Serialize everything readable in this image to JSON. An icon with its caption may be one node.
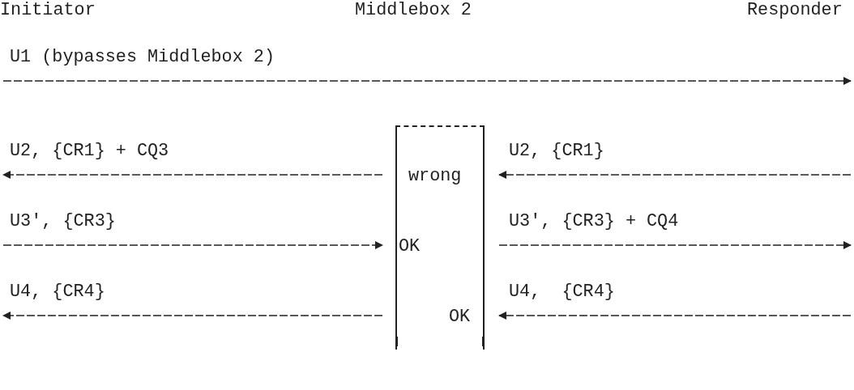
{
  "diagram": {
    "nodes": [
      {
        "text": [
          "Initiator"
        ]
      },
      {
        "text": [
          "Responder"
        ]
      },
      {
        "text": [
          "wrong",
          "OK",
          "OK"
        ]
      }
    ],
    "edges": [
      {
        "from": 0,
        "to": 1,
        "arrow": "to",
        "label": "U1 (bypasses Middlebox 2)"
      },
      {
        "from": 2,
        "to": null,
        "arrow": "to",
        "label": "U2, {CR1} + CQ3"
      },
      {
        "from": null,
        "to": 2,
        "arrow": "to",
        "label": "U2, {CR1}"
      },
      {
        "from": null,
        "to": 2,
        "arrow": "to",
        "label": "U3', {CR3}"
      },
      {
        "from": 2,
        "to": null,
        "arrow": "to",
        "label": "U3', {CR3} + CQ4"
      },
      {
        "from": 2,
        "to": null,
        "arrow": "to",
        "label": "U4, {CR4}"
      },
      {
        "from": null,
        "to": 2,
        "arrow": "to",
        "label": "U4,  {CR4}"
      }
    ],
    "labels": [
      "Middlebox 2"
    ]
  }
}
